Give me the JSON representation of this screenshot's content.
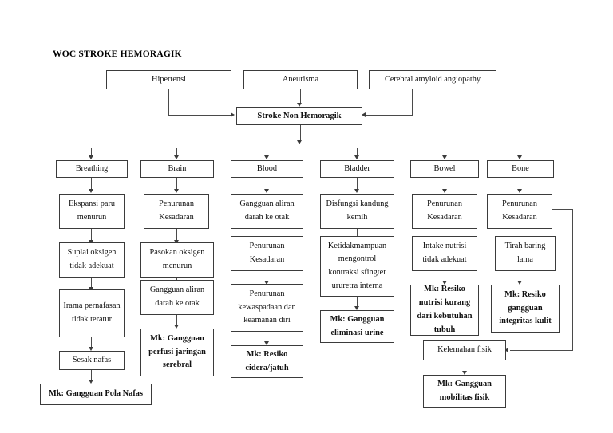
{
  "document": {
    "title": "WOC STROKE HEMORAGIK"
  },
  "diagram": {
    "type": "flowchart",
    "causes": [
      {
        "id": "hipertensi",
        "label": "Hipertensi"
      },
      {
        "id": "aneurisma",
        "label": "Aneurisma"
      },
      {
        "id": "cerebral-amyloid-angiopathy",
        "label": "Cerebral amyloid angiopathy"
      }
    ],
    "central": {
      "id": "stroke-non-hemoragik",
      "label": "Stroke Non Hemoragik"
    },
    "columns": [
      {
        "id": "breathing",
        "header": "Breathing",
        "steps": [
          "Ekspansi paru menurun",
          "Suplai oksigen tidak adekuat",
          "Irama pernafasan tidak teratur",
          "Sesak nafas"
        ],
        "outcome": "Mk: Gangguan Pola Nafas"
      },
      {
        "id": "brain",
        "header": "Brain",
        "steps": [
          "Penurunan Kesadaran",
          "Pasokan oksigen menurun",
          "Gangguan aliran darah ke otak"
        ],
        "outcome": "Mk: Gangguan perfusi jaringan serebral"
      },
      {
        "id": "blood",
        "header": "Blood",
        "steps": [
          "Gangguan aliran darah ke otak",
          "Penurunan Kesadaran",
          "Penurunan kewaspadaan dan keamanan diri"
        ],
        "outcome": "Mk: Resiko cidera/jatuh"
      },
      {
        "id": "bladder",
        "header": "Bladder",
        "steps": [
          "Disfungsi kandung kemih",
          "Ketidakmampuan mengontrol kontraksi sfingter ururetra interna"
        ],
        "outcome": "Mk: Gangguan eliminasi urine"
      },
      {
        "id": "bowel",
        "header": "Bowel",
        "steps": [
          "Penurunan Kesadaran",
          "Intake nutrisi tidak adekuat"
        ],
        "outcome": "Mk: Resiko nutrisi kurang dari kebutuhan tubuh"
      },
      {
        "id": "bone",
        "header": "Bone",
        "steps": [
          "Penurunan Kesadaran",
          "Tirah baring lama"
        ],
        "outcome": "Mk: Resiko gangguan integritas kulit"
      }
    ],
    "shared_branch": {
      "step": "Kelemahan fisik",
      "outcome": "Mk: Gangguan mobilitas fisik"
    },
    "colors": {
      "page_background": "#ffffff",
      "node_border": "#3b3b3b",
      "connector": "#4a4a4a",
      "text": "#111111"
    }
  }
}
